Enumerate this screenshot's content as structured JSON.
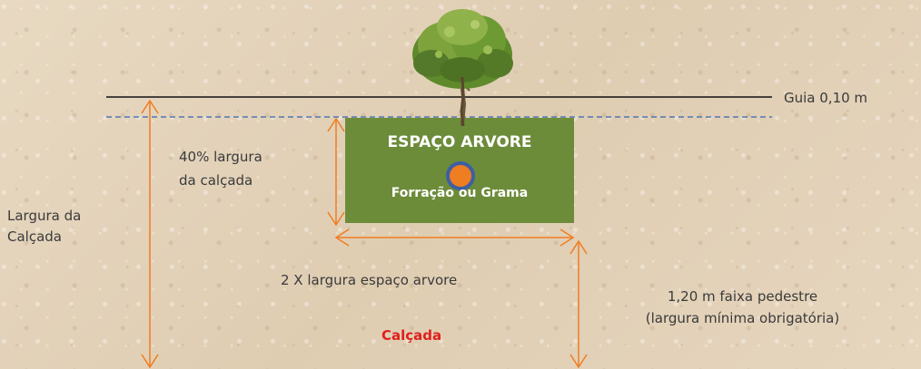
{
  "labels": {
    "guia": "Guia 0,10 m",
    "espaco_arvore": "ESPAÇO ARVORE",
    "forracao": "Forração ou Grama",
    "percent_line1": "40% largura",
    "percent_line2": "da calçada",
    "largura_line1": "Largura da",
    "largura_line2": "Calçada",
    "dois_x": "2 X largura espaço arvore",
    "faixa_line1": "1,20 m faixa pedestre",
    "faixa_line2": "(largura mínima obrigatória)",
    "calcada": "Calçada"
  },
  "colors": {
    "arrow": "#ef7d22",
    "tree_box": "#6d8c3a",
    "guide_line": "#111111",
    "dashed_line": "#4f77b3",
    "trunk_dot": "#ef7d22",
    "trunk_ring": "#3d5fa3",
    "calcada_text": "#e0201c"
  }
}
